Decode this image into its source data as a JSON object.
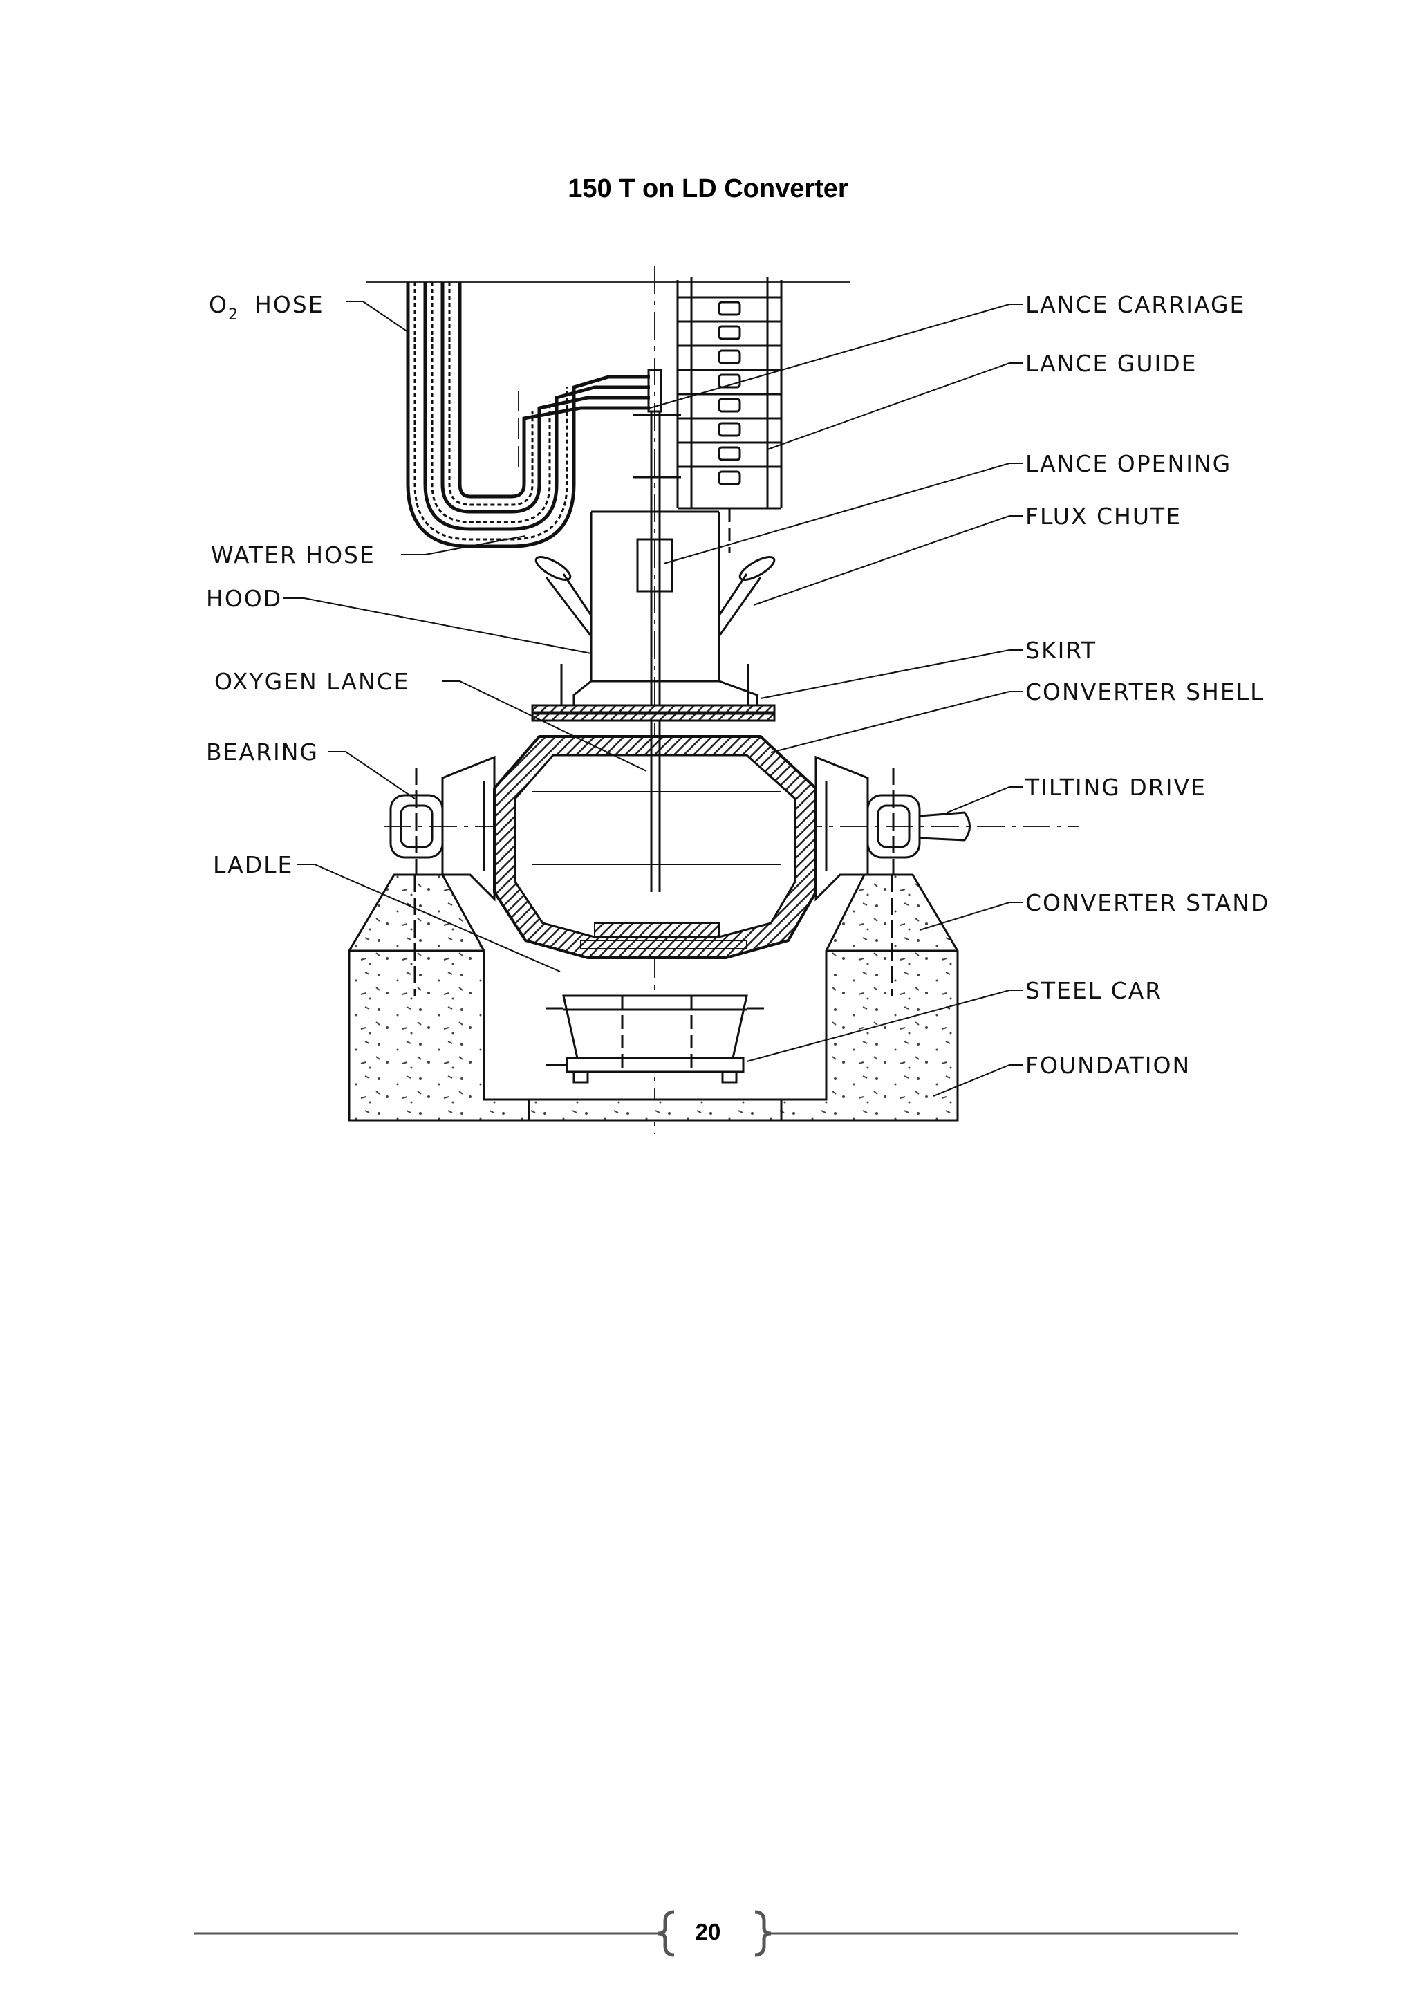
{
  "title": "150 T on LD Converter",
  "labels": {
    "o2_hose_main": "O",
    "o2_hose_sub": "2",
    "o2_hose_rest": "HOSE",
    "water_hose": "WATER HOSE",
    "hood": "HOOD",
    "oxygen_lance": "OXYGEN LANCE",
    "bearing": "BEARING",
    "ladle": "LADLE",
    "lance_carriage": "LANCE CARRIAGE",
    "lance_guide": "LANCE GUIDE",
    "lance_opening": "LANCE OPENING",
    "flux_chute": "FLUX CHUTE",
    "skirt": "SKIRT",
    "converter_shell": "CONVERTER SHELL",
    "tilting_drive": "TILTING DRIVE",
    "converter_stand": "CONVERTER STAND",
    "steel_car": "STEEL CAR",
    "foundation": "FOUNDATION"
  },
  "page_number": "20"
}
